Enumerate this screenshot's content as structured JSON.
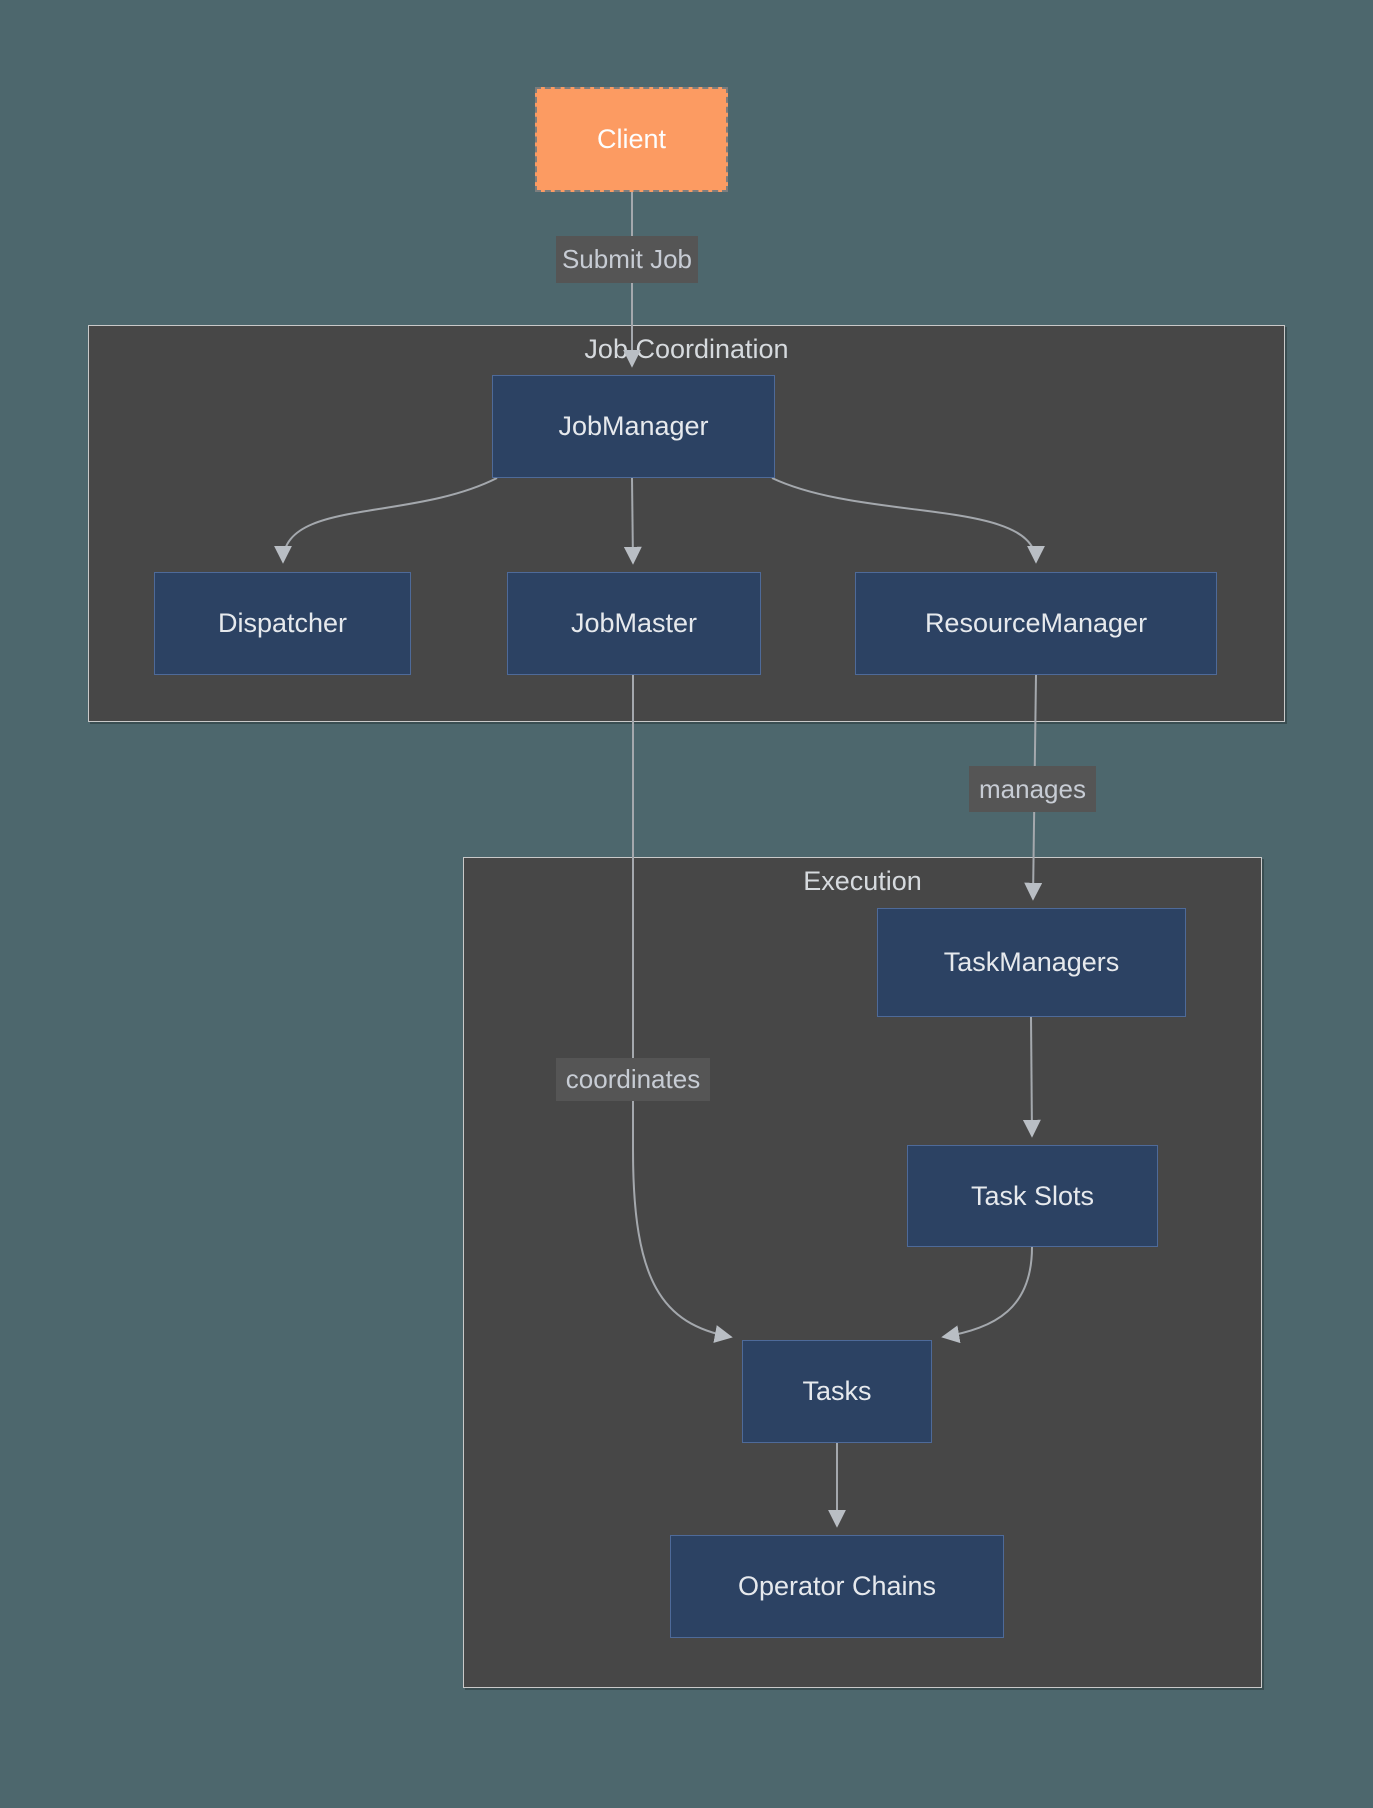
{
  "diagram_type": "flowchart",
  "subgraphs": {
    "job_coordination": {
      "title": "Job Coordination"
    },
    "execution": {
      "title": "Execution"
    }
  },
  "nodes": {
    "client": {
      "label": "Client"
    },
    "job_manager": {
      "label": "JobManager"
    },
    "dispatcher": {
      "label": "Dispatcher"
    },
    "job_master": {
      "label": "JobMaster"
    },
    "resource_manager": {
      "label": "ResourceManager"
    },
    "task_managers": {
      "label": "TaskManagers"
    },
    "task_slots": {
      "label": "Task Slots"
    },
    "tasks": {
      "label": "Tasks"
    },
    "operator_chains": {
      "label": "Operator Chains"
    }
  },
  "edge_labels": {
    "submit_job": "Submit Job",
    "manages": "manages",
    "coordinates": "coordinates"
  },
  "edges": [
    {
      "from": "client",
      "to": "job_manager",
      "label": "Submit Job"
    },
    {
      "from": "job_manager",
      "to": "dispatcher",
      "label": ""
    },
    {
      "from": "job_manager",
      "to": "job_master",
      "label": ""
    },
    {
      "from": "job_manager",
      "to": "resource_manager",
      "label": ""
    },
    {
      "from": "resource_manager",
      "to": "task_managers",
      "label": "manages"
    },
    {
      "from": "job_master",
      "to": "tasks",
      "label": "coordinates"
    },
    {
      "from": "task_managers",
      "to": "task_slots",
      "label": ""
    },
    {
      "from": "task_slots",
      "to": "tasks",
      "label": ""
    },
    {
      "from": "tasks",
      "to": "operator_chains",
      "label": ""
    }
  ],
  "colors": {
    "page_bg": "#4d676d",
    "subgraph_bg": "#474747",
    "subgraph_border": "#c9c9c9",
    "node_bg": "#2c4263",
    "node_border": "#4e6a99",
    "node_text": "#e6e9ed",
    "client_bg": "#fc9b62",
    "edge": "#a4a8ad",
    "edge_label_bg": "#555555",
    "edge_label_text": "#c7ccd4",
    "title_text": "#d6dade"
  }
}
